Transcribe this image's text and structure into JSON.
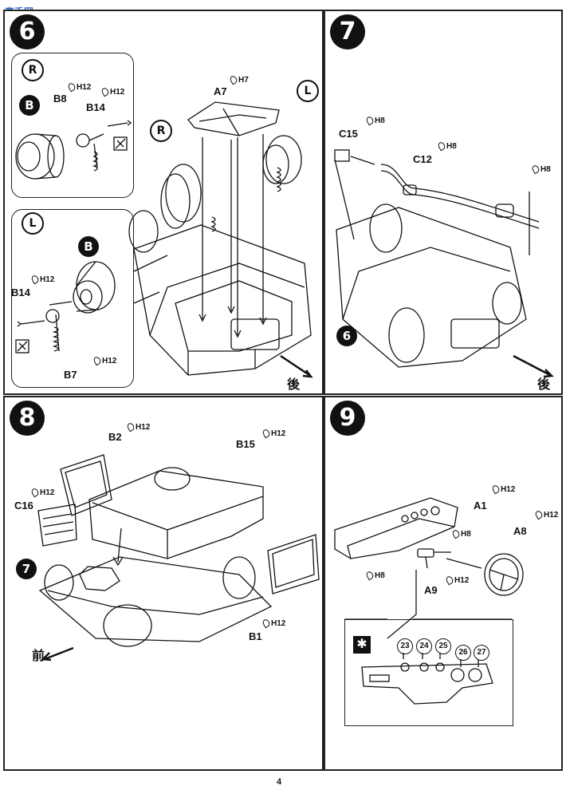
{
  "watermark": "高手网",
  "page_number": "4",
  "step6": {
    "number": "6",
    "paint_codes": {
      "h12": "H12",
      "h7": "H7"
    },
    "side_right": "R",
    "side_left": "L",
    "wheel_marker": "B",
    "labels": {
      "b8": "B8",
      "b14": "B14",
      "b7": "B7",
      "a7": "A7"
    },
    "rear_direction": "後"
  },
  "step7": {
    "number": "7",
    "paint_code": "H8",
    "labels": {
      "c15": "C15",
      "c12": "C12"
    },
    "ref_step": "6",
    "rear_direction": "後"
  },
  "step8": {
    "number": "8",
    "paint_code": "H12",
    "labels": {
      "b2": "B2",
      "b15": "B15",
      "c16": "C16",
      "b1": "B1"
    },
    "ref_step": "7",
    "front_direction": "前"
  },
  "step9": {
    "number": "9",
    "paint_codes": {
      "h12": "H12",
      "h8": "H8"
    },
    "labels": {
      "a1": "A1",
      "a8": "A8",
      "a9": "A9"
    },
    "decals": [
      "23",
      "24",
      "25",
      "26",
      "27"
    ]
  }
}
